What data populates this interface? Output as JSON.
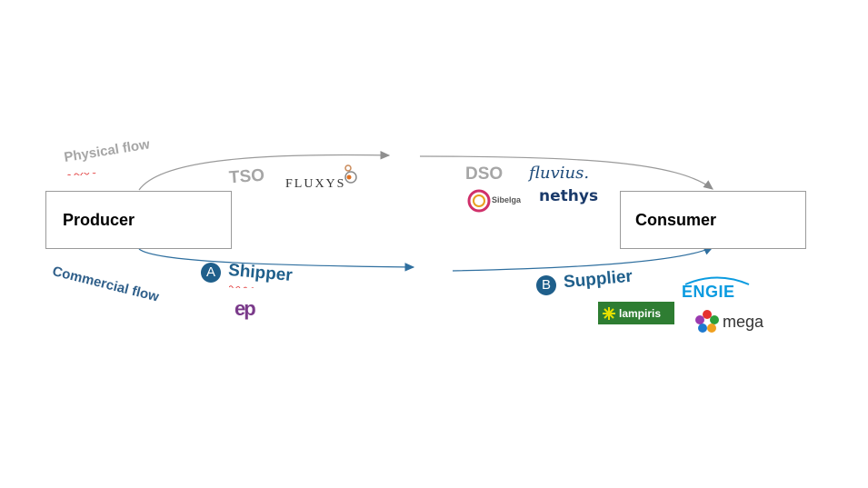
{
  "nodes": {
    "producer": "Producer",
    "consumer": "Consumer"
  },
  "flows": {
    "physical": "Physical  flow",
    "commercial": "Commercial flow"
  },
  "operators": {
    "tso": "TSO",
    "dso": "DSO"
  },
  "roles": {
    "shipper_marker": "A",
    "shipper": "Shipper",
    "supplier_marker": "B",
    "supplier": "Supplier"
  },
  "logos": {
    "fluxys": "FLUXYS",
    "fluvius": "fluvius.",
    "sibelga": "Sibelga",
    "nethys": "nethys",
    "eep": "ep",
    "lampiris": "lampiris",
    "engie": "ENGIE",
    "mega": "mega"
  },
  "colors": {
    "physical_arrow": "#9a9a9a",
    "commercial_arrow": "#2f6f9f",
    "role_blue": "#1f5f8b",
    "operator_grey": "#a6a6a6"
  }
}
